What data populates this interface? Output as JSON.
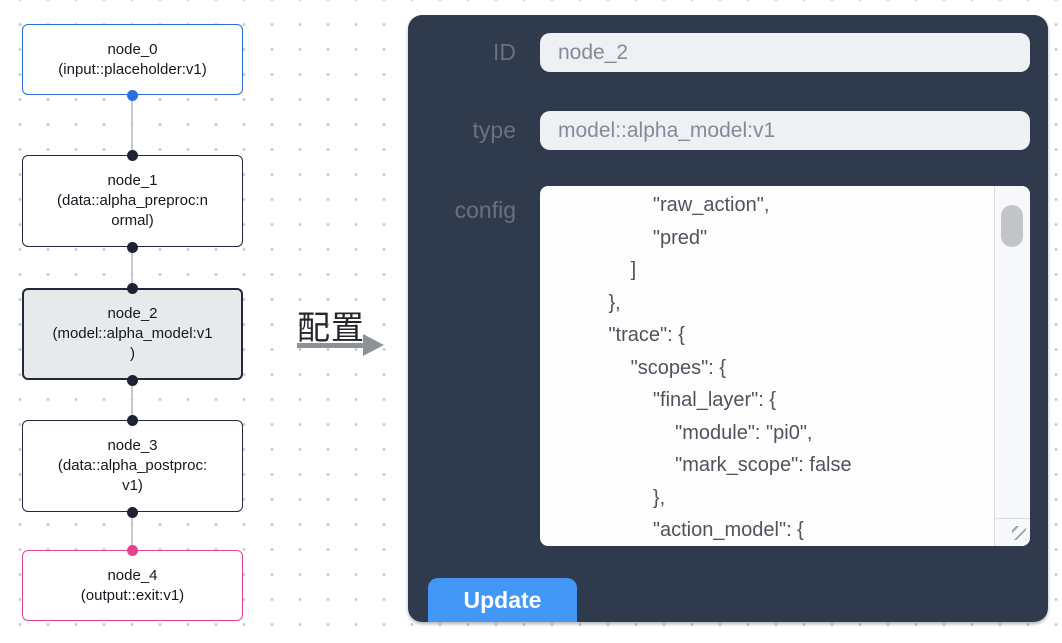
{
  "flow": {
    "nodes": [
      {
        "title": "node_0",
        "subtitle": "(input::placeholder:v1)"
      },
      {
        "title": "node_1",
        "subtitle": "(data::alpha_preproc:n\normal)"
      },
      {
        "title": "node_2",
        "subtitle": "(model::alpha_model:v1\n)"
      },
      {
        "title": "node_3",
        "subtitle": "(data::alpha_postproc:\nv1)"
      },
      {
        "title": "node_4",
        "subtitle": "(output::exit:v1)"
      }
    ]
  },
  "transition": {
    "label": "配置"
  },
  "panel": {
    "id_label": "ID",
    "id_value": "node_2",
    "type_label": "type",
    "type_value": "model::alpha_model:v1",
    "config_label": "config",
    "config_text": "                \"raw_action\",\n                \"pred\"\n            ]\n        },\n        \"trace\": {\n            \"scopes\": {\n                \"final_layer\": {\n                    \"module\": \"pi0\",\n                    \"mark_scope\": false\n                },\n                \"action_model\": {",
    "update_label": "Update"
  },
  "colors": {
    "panel_bg": "#2f3a4d",
    "node_border_default": "#23283a",
    "node_border_input": "#2e6de0",
    "node_border_output": "#e8408f",
    "node_selected_bg": "#e8e9eb",
    "update_button_bg": "#4297f7",
    "input_bg": "#eef0f4"
  }
}
